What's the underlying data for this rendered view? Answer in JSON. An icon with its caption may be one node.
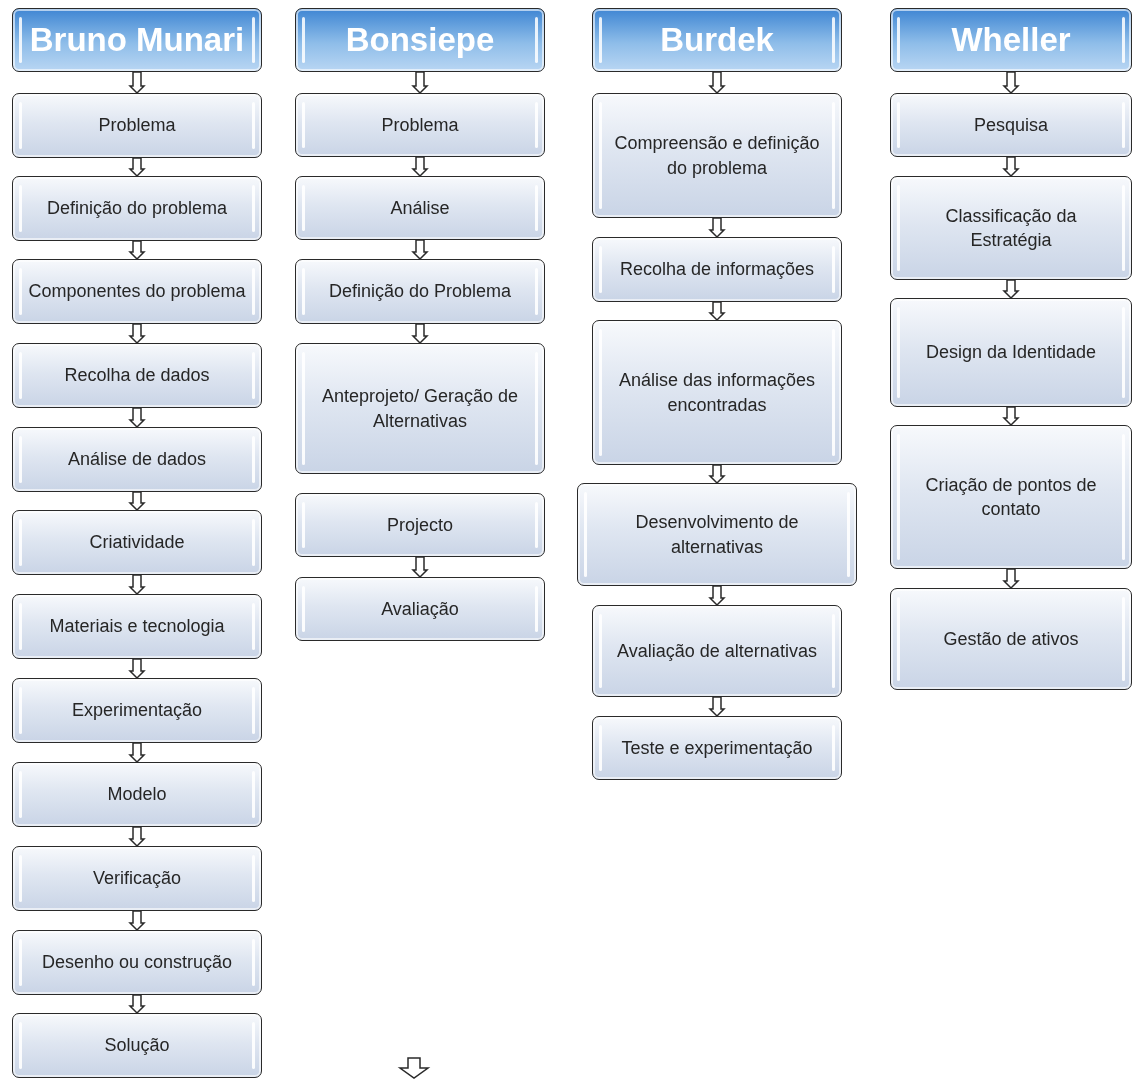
{
  "diagram": {
    "nodes": [
      {
        "text": [
          "Bruno Munari"
        ]
      },
      {
        "text": [
          "Problema"
        ]
      },
      {
        "text": [
          "Definição do problema"
        ]
      },
      {
        "text": [
          "Componentes do problema"
        ]
      },
      {
        "text": [
          "Recolha de dados"
        ]
      },
      {
        "text": [
          "Análise de dados"
        ]
      },
      {
        "text": [
          "Criatividade"
        ]
      },
      {
        "text": [
          "Materiais e tecnologia"
        ]
      },
      {
        "text": [
          "Experimentação"
        ]
      },
      {
        "text": [
          "Modelo"
        ]
      },
      {
        "text": [
          "Verificação"
        ]
      },
      {
        "text": [
          "Desenho ou construção"
        ]
      },
      {
        "text": [
          "Solução"
        ]
      },
      {
        "text": [
          "Bonsiepe"
        ]
      },
      {
        "text": [
          "Problema"
        ]
      },
      {
        "text": [
          "Análise"
        ]
      },
      {
        "text": [
          "Definição do Problema"
        ]
      },
      {
        "text": [
          "Anteprojeto/ Geração de Alternativas"
        ]
      },
      {
        "text": [
          "Projecto"
        ]
      },
      {
        "text": [
          "Avaliação"
        ]
      },
      {
        "text": [
          "Burdek"
        ]
      },
      {
        "text": [
          "Compreensão e definição do problema"
        ]
      },
      {
        "text": [
          "Recolha de informações"
        ]
      },
      {
        "text": [
          "Análise das informações encontradas"
        ]
      },
      {
        "text": [
          "Desenvolvimento de alternativas"
        ]
      },
      {
        "text": [
          "Avaliação de alternativas"
        ]
      },
      {
        "text": [
          "Teste e experimentação"
        ]
      },
      {
        "text": [
          "Wheller"
        ]
      },
      {
        "text": [
          "Pesquisa"
        ]
      },
      {
        "text": [
          "Classificação da Estratégia"
        ]
      },
      {
        "text": [
          "Design da Identidade"
        ]
      },
      {
        "text": [
          "Criação de pontos de contato"
        ]
      },
      {
        "text": [
          "Gestão de ativos"
        ]
      }
    ],
    "edges": [
      {
        "from": 0,
        "to": 1,
        "arrow": "to"
      },
      {
        "from": 1,
        "to": 2,
        "arrow": "to"
      },
      {
        "from": 2,
        "to": 3,
        "arrow": "to"
      },
      {
        "from": 3,
        "to": 4,
        "arrow": "to"
      },
      {
        "from": 4,
        "to": 5,
        "arrow": "to"
      },
      {
        "from": 5,
        "to": 6,
        "arrow": "to"
      },
      {
        "from": 6,
        "to": 7,
        "arrow": "to"
      },
      {
        "from": 7,
        "to": 8,
        "arrow": "to"
      },
      {
        "from": 8,
        "to": 9,
        "arrow": "to"
      },
      {
        "from": 9,
        "to": 10,
        "arrow": "to"
      },
      {
        "from": 10,
        "to": 11,
        "arrow": "to"
      },
      {
        "from": 11,
        "to": 12,
        "arrow": "to"
      },
      {
        "from": 13,
        "to": 14,
        "arrow": "to"
      },
      {
        "from": 14,
        "to": 15,
        "arrow": "to"
      },
      {
        "from": 15,
        "to": 16,
        "arrow": "to"
      },
      {
        "from": 16,
        "to": 17,
        "arrow": "to"
      },
      {
        "from": 18,
        "to": 19,
        "arrow": "to"
      },
      {
        "from": 20,
        "to": 21,
        "arrow": "to"
      },
      {
        "from": 21,
        "to": 22,
        "arrow": "to"
      },
      {
        "from": 22,
        "to": 23,
        "arrow": "to"
      },
      {
        "from": 23,
        "to": 24,
        "arrow": "to"
      },
      {
        "from": 24,
        "to": 25,
        "arrow": "to"
      },
      {
        "from": 25,
        "to": 26,
        "arrow": "to"
      },
      {
        "from": 27,
        "to": 28,
        "arrow": "to"
      },
      {
        "from": 28,
        "to": 29,
        "arrow": "to"
      },
      {
        "from": 29,
        "to": 30,
        "arrow": "to"
      },
      {
        "from": 30,
        "to": 31,
        "arrow": "to"
      },
      {
        "from": 31,
        "to": 32,
        "arrow": "to"
      }
    ]
  }
}
